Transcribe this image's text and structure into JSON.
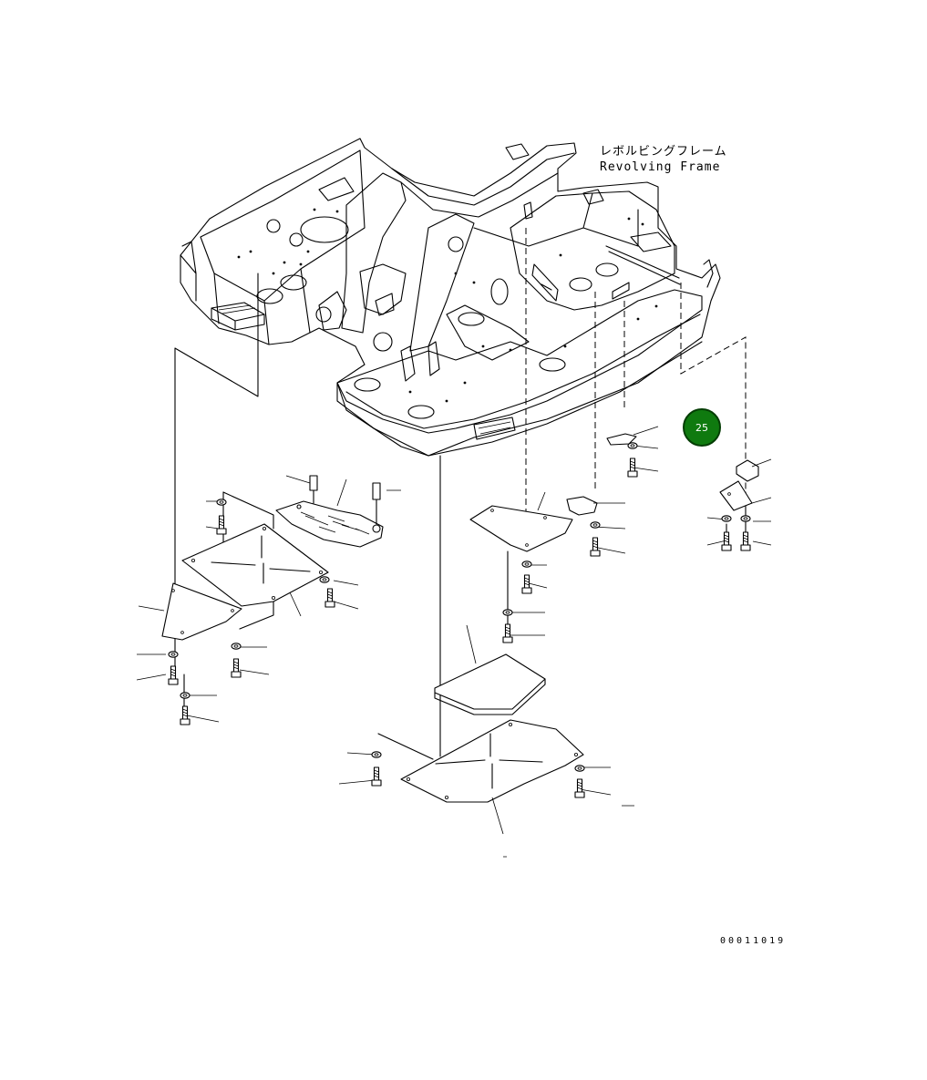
{
  "frame_label": {
    "japanese": "レボルビングフレーム",
    "english": "Revolving Frame"
  },
  "callout": {
    "number": "25",
    "color": "#0f7a0f",
    "border_color": "#043d04"
  },
  "drawing_code": "00011019"
}
